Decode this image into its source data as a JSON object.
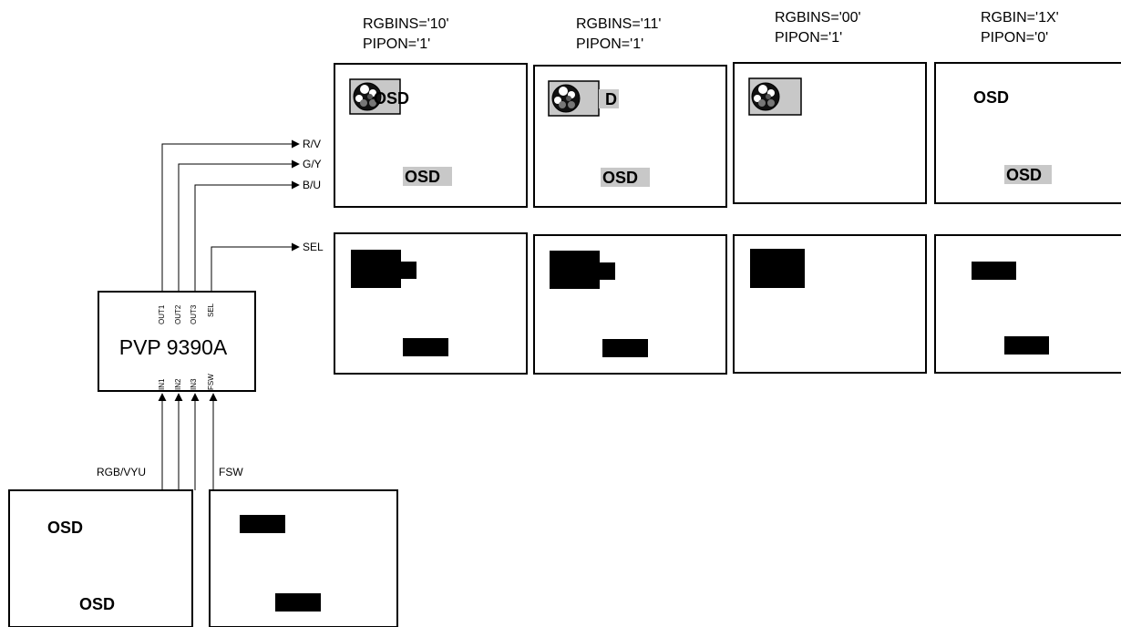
{
  "chip": {
    "name": "PVP 9390A",
    "outputs": [
      "OUT1",
      "OUT2",
      "OUT3",
      "SEL"
    ],
    "inputs": [
      "IN1",
      "IN2",
      "IN3",
      "FSW"
    ]
  },
  "signals": {
    "r": "R/V",
    "g": "G/Y",
    "b": "B/U",
    "sel": "SEL",
    "rgb_in": "RGB/VYU",
    "fsw_in": "FSW"
  },
  "modes": [
    {
      "rgbins": "RGBINS='10'",
      "pipon": "PIPON='1'",
      "pip_text": "OSD",
      "osd_text": "OSD"
    },
    {
      "rgbins": "RGBINS='11'",
      "pipon": "PIPON='1'",
      "pip_text": "D",
      "osd_text": "OSD"
    },
    {
      "rgbins": "RGBINS='00'",
      "pipon": "PIPON='1'"
    },
    {
      "rgbins": "RGBIN='1X'",
      "pipon": "PIPON='0'",
      "top_text": "OSD",
      "osd_text": "OSD"
    }
  ],
  "source": {
    "top_text": "OSD",
    "bottom_text": "OSD"
  },
  "colors": {
    "line": "#000000",
    "highlight": "#c8c8c8",
    "fill": "#000000"
  }
}
